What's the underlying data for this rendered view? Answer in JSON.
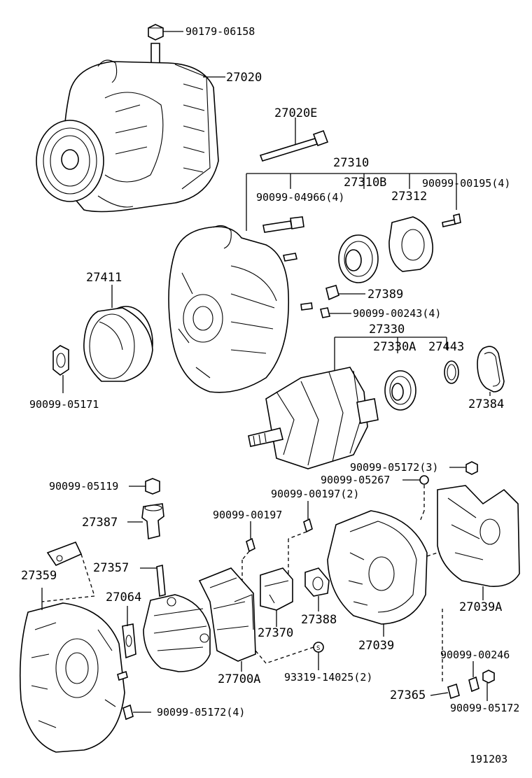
{
  "parts": {
    "p90179_06158": "90179-06158",
    "p27020": "27020",
    "p27020E": "27020E",
    "p27310": "27310",
    "p27310B": "27310B",
    "p27312": "27312",
    "p90099_04966": "90099-04966(4)",
    "p90099_00195": "90099-00195(4)",
    "p27389": "27389",
    "p90099_00243": "90099-00243(4)",
    "p27411": "27411",
    "p27330": "27330",
    "p27330A": "27330A",
    "p27443": "27443",
    "p27384": "27384",
    "p90099_05171": "90099-05171",
    "p90099_05172_3": "90099-05172(3)",
    "p90099_05267": "90099-05267",
    "p90099_05119": "90099-05119",
    "p90099_00197_2": "90099-00197(2)",
    "p27387": "27387",
    "p90099_00197": "90099-00197",
    "p27357": "27357",
    "p27359": "27359",
    "p27064": "27064",
    "p27370": "27370",
    "p27388": "27388",
    "p27039": "27039",
    "p27039A": "27039A",
    "p90099_00246": "90099-00246",
    "p27700A": "27700A",
    "p93319_14025": "93319-14025(2)",
    "p27365": "27365",
    "p90099_05172_4": "90099-05172(4)",
    "p90099_05172": "90099-05172"
  },
  "figure_code": "191203"
}
